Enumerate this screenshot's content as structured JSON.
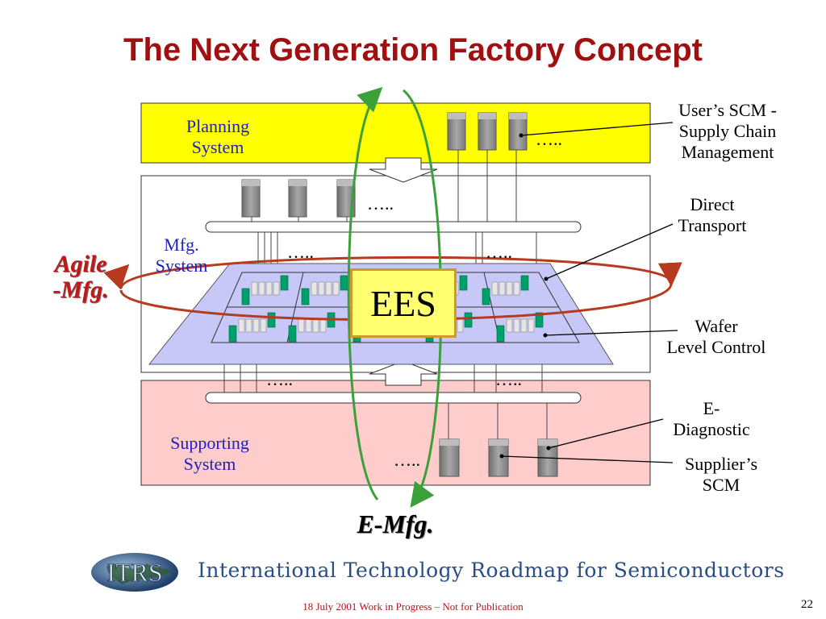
{
  "slide": {
    "title": "The Next Generation Factory Concept",
    "page_number": "22",
    "footer_note": "18 July 2001 Work in Progress – Not for Publication",
    "footer_org": "International Technology Roadmap for Semiconductors",
    "logo_text": "ITRS"
  },
  "diagram": {
    "planning_label_1": "Planning",
    "planning_label_2": "System",
    "mfg_label_1": "Mfg.",
    "mfg_label_2": "System",
    "supporting_label_1": "Supporting",
    "supporting_label_2": "System",
    "ees_label": "EES",
    "agile_label_1": "Agile",
    "agile_label_2": "-Mfg.",
    "emfg_label": "E-Mfg.",
    "ellipsis": "…..",
    "callouts": {
      "user_scm_1": "User’s SCM -",
      "user_scm_2": "Supply Chain",
      "user_scm_3": "Management",
      "direct_1": "Direct",
      "direct_2": "Transport",
      "wafer_1": "Wafer",
      "wafer_2": "Level Control",
      "ediag_1": "E-",
      "ediag_2": "Diagnostic",
      "supplier_1": "Supplier’s",
      "supplier_2": "SCM"
    },
    "colors": {
      "planning_fill": "#ffff00",
      "supporting_fill": "#ffcccc",
      "floor_fill": "#c8c8f8",
      "ees_fill": "#ffff70",
      "agile_ring": "#b83a1e",
      "emfg_ring": "#3aa03a",
      "server": "#8a8a8a",
      "tool_green": "#00a06a"
    }
  }
}
